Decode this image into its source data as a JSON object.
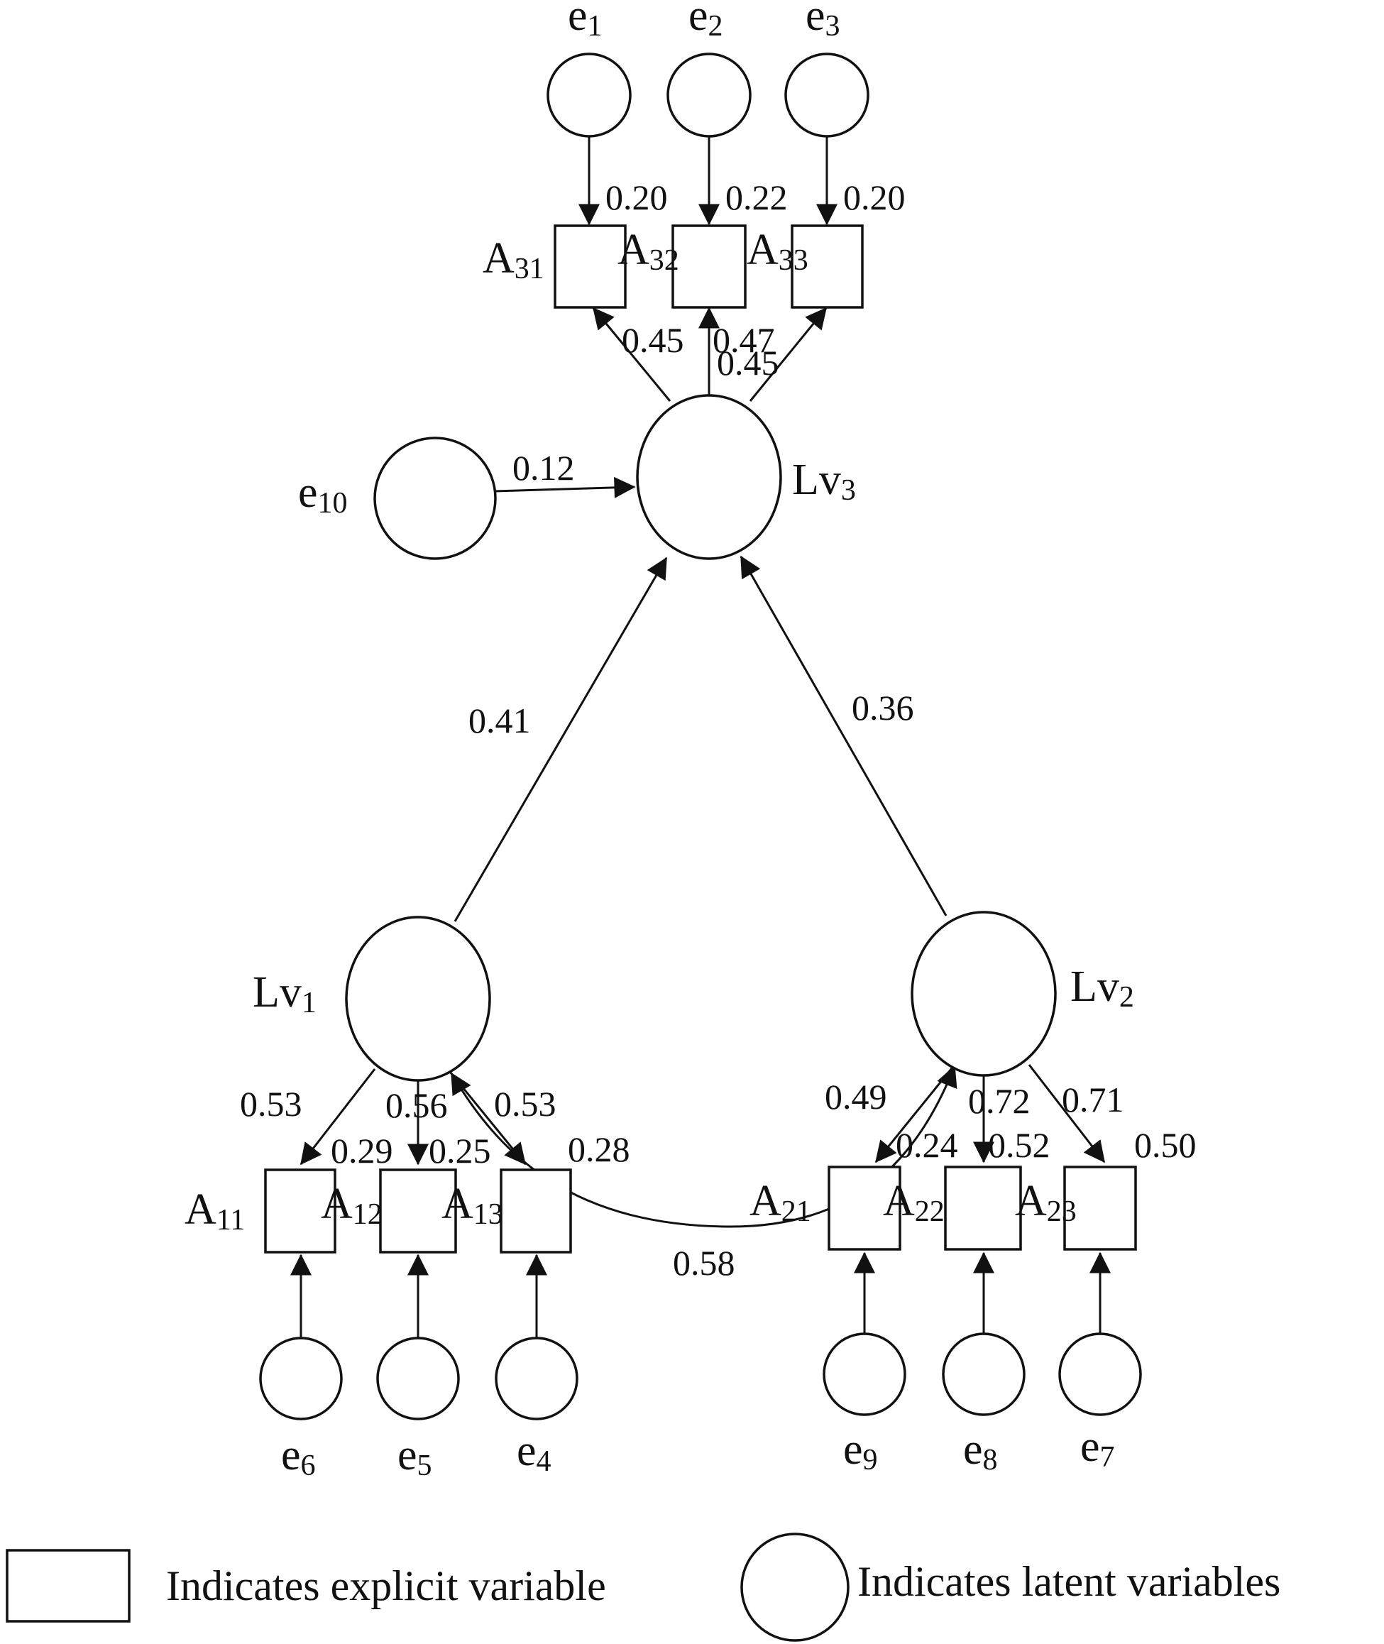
{
  "latent": {
    "lv1": {
      "base": "Lv",
      "sub": "1"
    },
    "lv2": {
      "base": "Lv",
      "sub": "2"
    },
    "lv3": {
      "base": "Lv",
      "sub": "3"
    }
  },
  "explicit": {
    "a31": {
      "base": "A",
      "sub": "31"
    },
    "a32": {
      "base": "A",
      "sub": "32"
    },
    "a33": {
      "base": "A",
      "sub": "33"
    },
    "a11": {
      "base": "A",
      "sub": "11"
    },
    "a12": {
      "base": "A",
      "sub": "12"
    },
    "a13": {
      "base": "A",
      "sub": "13"
    },
    "a21": {
      "base": "A",
      "sub": "21"
    },
    "a22": {
      "base": "A",
      "sub": "22"
    },
    "a23": {
      "base": "A",
      "sub": "23"
    }
  },
  "errors": {
    "e1": {
      "base": "e",
      "sub": "1"
    },
    "e2": {
      "base": "e",
      "sub": "2"
    },
    "e3": {
      "base": "e",
      "sub": "3"
    },
    "e4": {
      "base": "e",
      "sub": "4"
    },
    "e5": {
      "base": "e",
      "sub": "5"
    },
    "e6": {
      "base": "e",
      "sub": "6"
    },
    "e7": {
      "base": "e",
      "sub": "7"
    },
    "e8": {
      "base": "e",
      "sub": "8"
    },
    "e9": {
      "base": "e",
      "sub": "9"
    },
    "e10": {
      "base": "e",
      "sub": "10"
    }
  },
  "coefficients": {
    "e1_a31": "0.20",
    "e2_a32": "0.22",
    "e3_a33": "0.20",
    "lv3_a31": "0.45",
    "lv3_a32": "0.47",
    "lv3_a33": "0.45",
    "e10_lv3": "0.12",
    "lv1_lv3": "0.41",
    "lv2_lv3": "0.36",
    "lv1_a11": "0.53",
    "lv1_a12": "0.56",
    "lv1_a13": "0.53",
    "a11_r2": "0.29",
    "a12_r2": "0.25",
    "a13_r2": "0.28",
    "lv2_a21": "0.49",
    "lv2_a22": "0.72",
    "lv2_a23": "0.71",
    "a21_r2": "0.24",
    "a22_r2": "0.52",
    "a23_r2": "0.50",
    "a13_a21_cov": "0.58"
  },
  "legend": {
    "explicit_label": "Indicates explicit variable",
    "latent_label": "Indicates latent variables"
  }
}
